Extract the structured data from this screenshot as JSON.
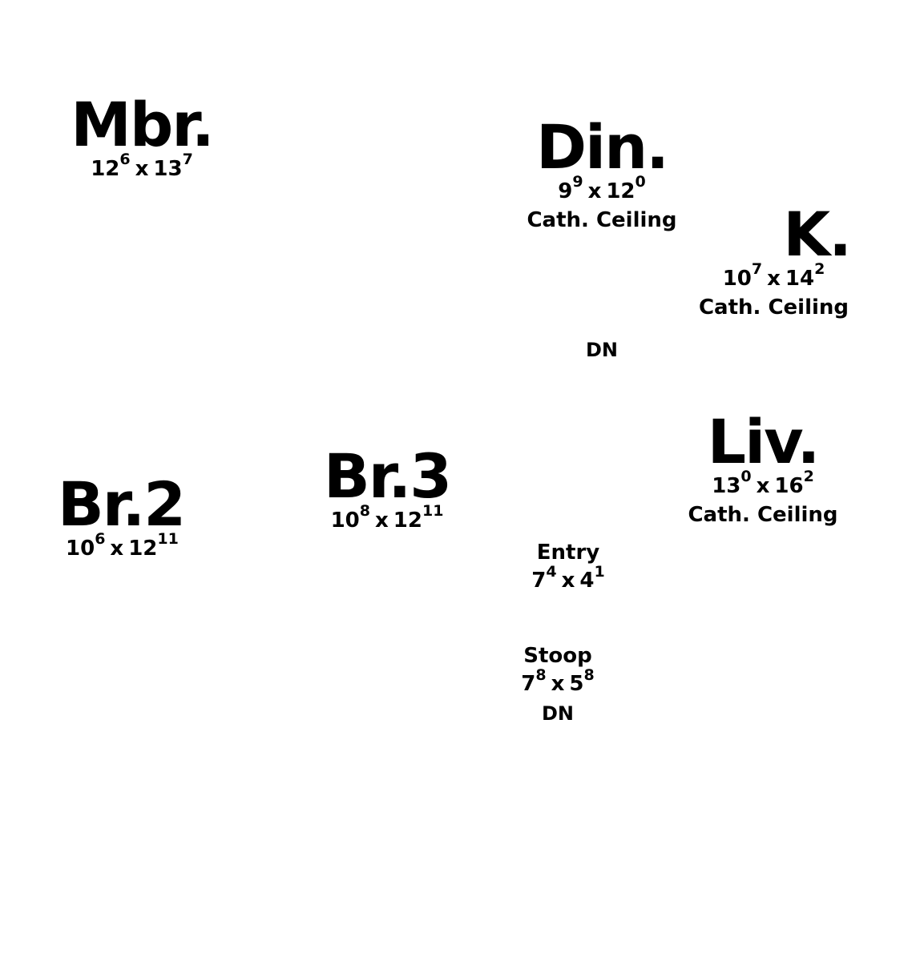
{
  "rooms": {
    "mbr": {
      "name": "Mbr.",
      "w_ft": "12",
      "w_in": "6",
      "l_ft": "13",
      "l_in": "7",
      "note": ""
    },
    "din": {
      "name": "Din.",
      "w_ft": "9",
      "w_in": "9",
      "l_ft": "12",
      "l_in": "0",
      "note": "Cath. Ceiling"
    },
    "k": {
      "name": "K.",
      "w_ft": "10",
      "w_in": "7",
      "l_ft": "14",
      "l_in": "2",
      "note": "Cath. Ceiling"
    },
    "liv": {
      "name": "Liv.",
      "w_ft": "13",
      "w_in": "0",
      "l_ft": "16",
      "l_in": "2",
      "note": "Cath. Ceiling"
    },
    "br3": {
      "name": "Br.3",
      "w_ft": "10",
      "w_in": "8",
      "l_ft": "12",
      "l_in": "11",
      "note": ""
    },
    "br2": {
      "name": "Br.2",
      "w_ft": "10",
      "w_in": "6",
      "l_ft": "12",
      "l_in": "11",
      "note": ""
    },
    "entry": {
      "name": "Entry",
      "w_ft": "7",
      "w_in": "4",
      "l_ft": "4",
      "l_in": "1",
      "note": ""
    },
    "stoop": {
      "name": "Stoop",
      "w_ft": "7",
      "w_in": "8",
      "l_ft": "5",
      "l_in": "8",
      "note": "DN"
    }
  },
  "separator": "x",
  "stairs_label": "DN"
}
